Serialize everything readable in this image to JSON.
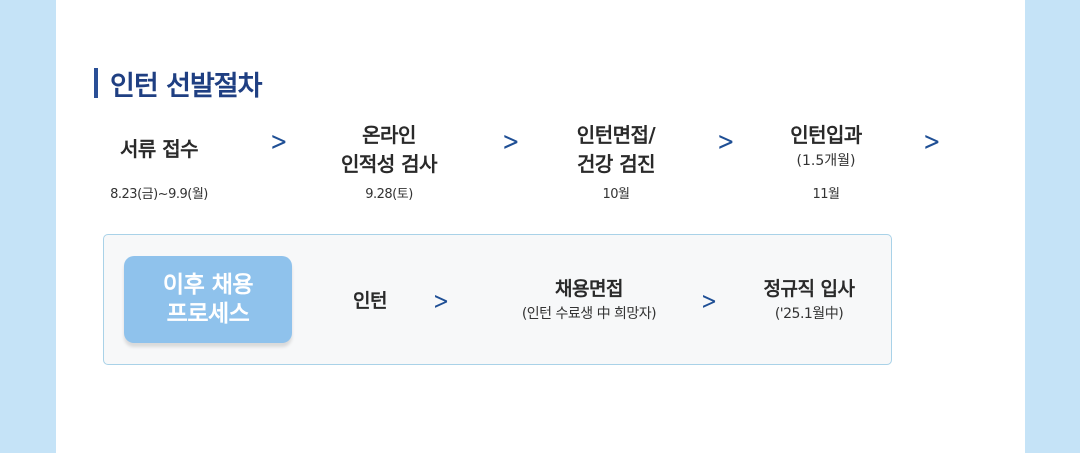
{
  "section": {
    "title": "인턴 선발절차"
  },
  "steps": [
    {
      "label_line1": "서류 접수",
      "label_line2": "",
      "date": "8.23(금)~9.9(월)"
    },
    {
      "label_line1": "온라인",
      "label_line2": "인적성 검사",
      "date": "9.28(토)"
    },
    {
      "label_line1": "인턴면접/",
      "label_line2": "건강 검진",
      "date": "10월"
    },
    {
      "label_line1": "인턴입과",
      "label_line2": "(1.5개월)",
      "date": "11월"
    }
  ],
  "arrow_glyph": ">",
  "process": {
    "badge_line1": "이후 채용",
    "badge_line2": "프로세스",
    "steps": [
      {
        "label": "인턴",
        "sub": ""
      },
      {
        "label": "채용면접",
        "sub": "(인턴 수료생 中 희망자)"
      },
      {
        "label": "정규직 입사",
        "sub": "('25.1월中)"
      }
    ]
  },
  "colors": {
    "background": "#c5e3f7",
    "title": "#1f3f82",
    "arrow": "#1f4f95",
    "badge": "#8fc2ec",
    "box_border": "#a9d2e8"
  }
}
